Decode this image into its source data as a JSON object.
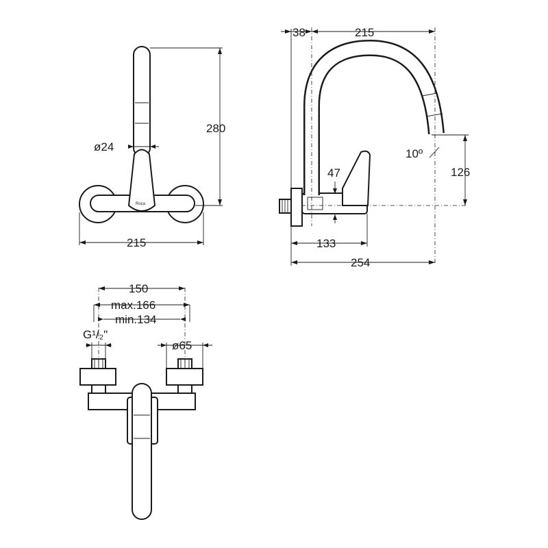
{
  "dimensions": {
    "front_height": "280",
    "front_spout_diameter": "ø24",
    "front_width": "215",
    "side_wall_offset": "38",
    "side_reach": "215",
    "side_angle": "10º",
    "side_handle": "47",
    "side_outlet_height": "126",
    "side_body_depth": "133",
    "side_total_depth": "254",
    "top_centers": "150",
    "top_max": "max.166",
    "top_min": "min.134",
    "top_thread": "G¹/₂\"",
    "top_flange": "ø65"
  },
  "brand_mark": "Roca"
}
